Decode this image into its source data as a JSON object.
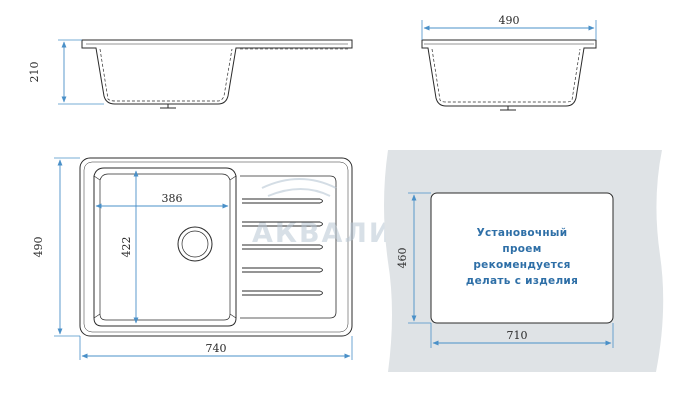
{
  "drawing": {
    "watermark": "АКВАЛИНК",
    "side_view": {
      "height_label": "210"
    },
    "front_view": {
      "width_label": "490"
    },
    "top_view": {
      "width_label": "740",
      "height_label": "490",
      "bowl_width_label": "386",
      "bowl_depth_label": "422"
    },
    "cutout": {
      "width_label": "710",
      "height_label": "460",
      "note_lines": [
        "Установочный",
        "проем",
        "рекомендуется",
        "делать с изделия"
      ]
    },
    "colors": {
      "line": "#2b2b2b",
      "dimension_line": "#4a90c8",
      "note_text": "#2e6fa7",
      "counter_fill": "#dfe3e6",
      "watermark": "#b9c8d4"
    }
  }
}
